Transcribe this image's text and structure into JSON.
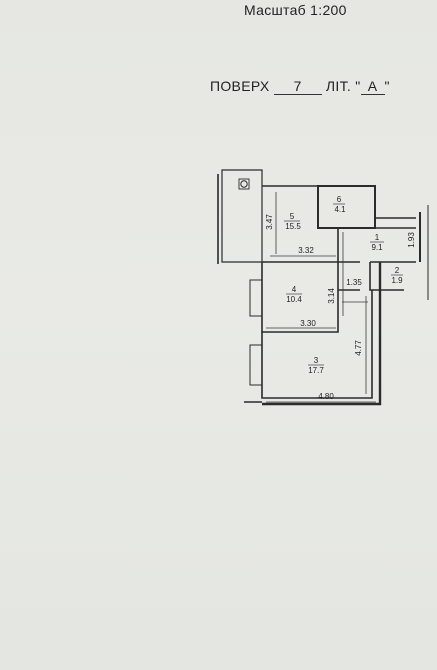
{
  "header": {
    "scale_label": "Масштаб 1:200",
    "floor_label": "ПОВЕРХ",
    "floor_value": "7",
    "lit_label": "ЛІТ.",
    "lit_value": "А",
    "lit_open_quote": "\"",
    "lit_close_quote": "\""
  },
  "rooms": [
    {
      "number": "1",
      "area": "9.1"
    },
    {
      "number": "2",
      "area": "1.9"
    },
    {
      "number": "3",
      "area": "17.7"
    },
    {
      "number": "4",
      "area": "10.4"
    },
    {
      "number": "5",
      "area": "15.5"
    },
    {
      "number": "6",
      "area": "4.1"
    }
  ],
  "dimensions": {
    "d1": "3.47",
    "d2": "3.32",
    "d3": "1.93",
    "d4": "3.14",
    "d5": "1.35",
    "d6": "3.30",
    "d7": "4.77",
    "d8": "4.80"
  }
}
